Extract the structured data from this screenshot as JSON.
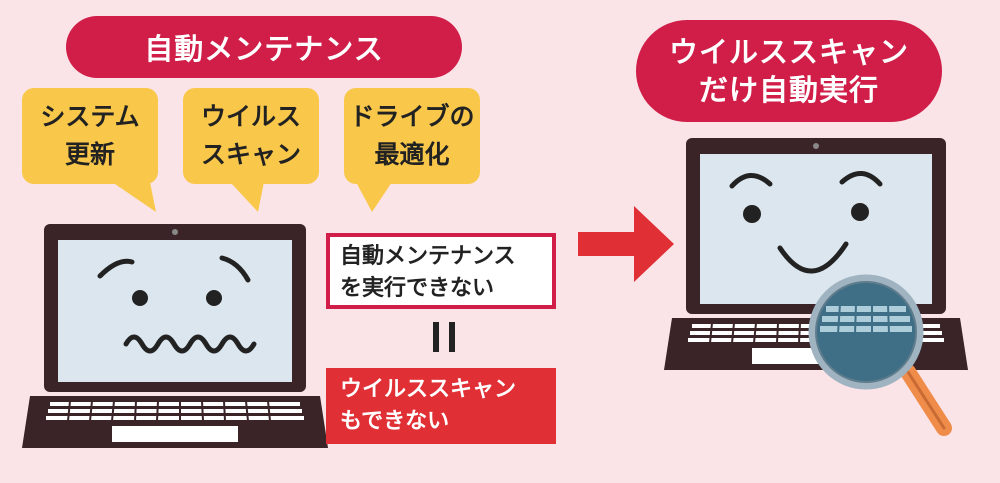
{
  "left_header": "自動メンテナンス",
  "bubbles": [
    {
      "line1": "システム",
      "line2": "更新"
    },
    {
      "line1": "ウイルス",
      "line2": "スキャン"
    },
    {
      "line1": "ドライブの",
      "line2": "最適化"
    }
  ],
  "notice_box": {
    "line1": "自動メンテナンス",
    "line2": "を実行できない"
  },
  "result_box": {
    "line1": "ウイルススキャン",
    "line2": "もできない"
  },
  "right_header": {
    "line1": "ウイルススキャン",
    "line2": "だけ自動実行"
  },
  "colors": {
    "header_red": "#d01e48",
    "bubble_yellow": "#f9c84a",
    "arrow_red": "#e02f35",
    "laptop_body": "#3a2428",
    "screen": "#dbe6ee",
    "background": "#fbe4e8"
  },
  "icons": [
    "sad-face-icon",
    "happy-face-icon",
    "arrow-right-icon",
    "magnifier-icon",
    "equals-icon"
  ]
}
